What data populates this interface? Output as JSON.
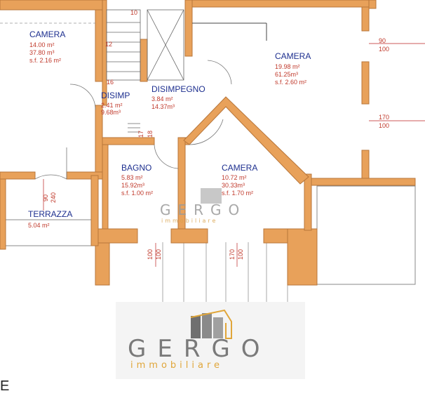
{
  "rooms": {
    "camera_nw": {
      "name": "CAMERA",
      "area": "14.00 m²",
      "volume": "37.80 m³",
      "sf": "s.f. 2.16 m²"
    },
    "disimp": {
      "name": "DISIMP",
      "area": "2.41 m²",
      "volume": "9.68m³"
    },
    "disimpegno": {
      "name": "DISIMPEGNO",
      "area": "3.84 m²",
      "volume": "14.37m³"
    },
    "camera_ne": {
      "name": "CAMERA",
      "area": "19.98 m²",
      "volume": "61.25m³",
      "sf": "s.f. 2.60 m²"
    },
    "bagno": {
      "name": "BAGNO",
      "area": "5.83 m²",
      "volume": "15.92m³",
      "sf": "s.f. 1.00 m²"
    },
    "camera_s": {
      "name": "CAMERA",
      "area": "10.72 m²",
      "volume": "30.33m³",
      "sf": "s.f. 1.70 m²"
    },
    "terrazza": {
      "name": "TERRAZZA",
      "area": "5.04 m²"
    }
  },
  "stairs": {
    "step_10": "10",
    "step_12": "12",
    "step_16": "16",
    "step_17": "17",
    "step_18": "18"
  },
  "dimensions": {
    "ne_window_top": "90",
    "ne_window_bottom": "100",
    "e_window_top": "170",
    "e_window_bottom": "100",
    "terrace_door_top": "90",
    "terrace_door_bottom": "240",
    "bagno_window_a": "100",
    "bagno_window_b": "100",
    "camera_window_a": "170",
    "camera_window_b": "100"
  },
  "watermark": {
    "brand": "GERGO",
    "tagline": "immobiliare"
  },
  "edge_label": "E",
  "colors": {
    "wall": "#e8a15a",
    "wall_outline": "#b8763a",
    "room_text": "#1d2f8f",
    "data_text": "#c0392b"
  }
}
